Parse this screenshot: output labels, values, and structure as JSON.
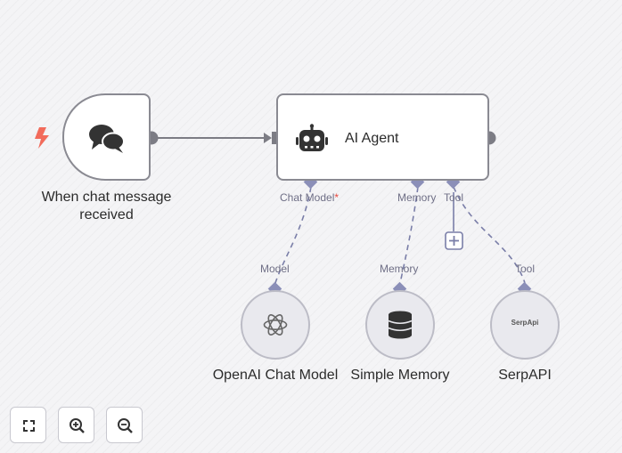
{
  "nodes": {
    "trigger": {
      "label": "When chat message received",
      "icon": "chat-bubbles-icon"
    },
    "agent": {
      "title": "AI Agent",
      "icon": "robot-icon"
    },
    "openai": {
      "label": "OpenAI Chat Model",
      "icon": "openai-icon"
    },
    "memory": {
      "label": "Simple Memory",
      "icon": "database-icon"
    },
    "serpapi": {
      "label": "SerpAPI",
      "icon_text": "SerpApi"
    }
  },
  "agent_ports": {
    "chat_model": "Chat Model",
    "chat_model_required": "*",
    "memory": "Memory",
    "tool": "Tool"
  },
  "sub_ports": {
    "model": "Model",
    "memory": "Memory",
    "tool": "Tool"
  },
  "controls": {
    "fit": "fit-view-icon",
    "zoom_in": "zoom-in-icon",
    "zoom_out": "zoom-out-icon"
  },
  "colors": {
    "port": "#8b8fb8",
    "connection": "#7a7ea8",
    "node_border": "#8a8a92",
    "trigger_bolt": "#f26b5b"
  }
}
